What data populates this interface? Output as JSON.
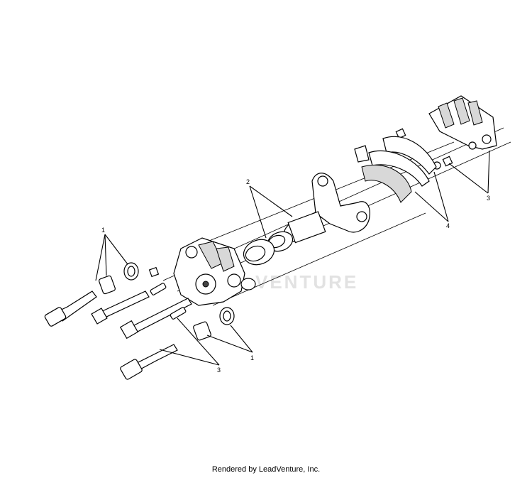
{
  "watermark": "VENTURE",
  "callouts": {
    "c1_top": "1",
    "c1_bottom": "1",
    "c2": "2",
    "c3_right": "3",
    "c3_bottom": "3",
    "c4": "4"
  },
  "credit": "Rendered by LeadVenture, Inc."
}
